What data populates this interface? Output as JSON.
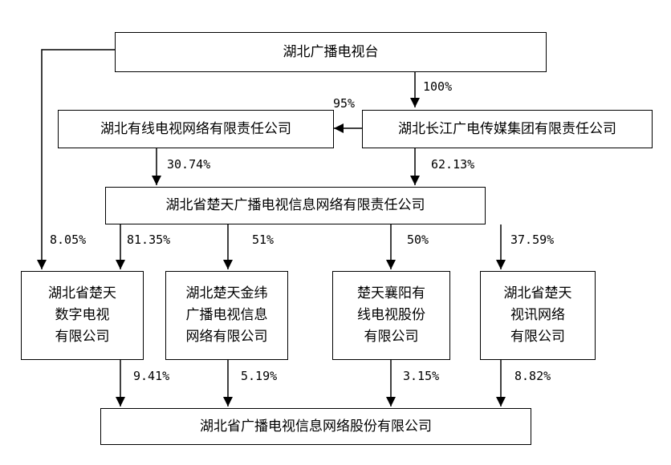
{
  "entities": {
    "hubei_tv": "湖北广播电视台",
    "cable_tv": "湖北有线电视网络有限责任公司",
    "changjiang": "湖北长江广电传媒集团有限责任公司",
    "chutian_info": "湖北省楚天广播电视信息网络有限责任公司",
    "digital_tv": "湖北省楚天数字电视有限公司",
    "jinwei": "湖北楚天金纬广播电视信息网络有限公司",
    "xiangyang": "楚天襄阳有线电视股份有限公司",
    "shixun": "湖北省楚天视讯网络有限公司",
    "target": "湖北省广播电视信息网络股份有限公司"
  },
  "box_lines": {
    "digital_tv": [
      "湖北省楚天",
      "数字电视",
      "有限公司"
    ],
    "jinwei": [
      "湖北楚天金纬",
      "广播电视信息",
      "网络有限公司"
    ],
    "xiangyang": [
      "楚天襄阳有",
      "线电视股份",
      "有限公司"
    ],
    "shixun": [
      "湖北省楚天",
      "视讯网络",
      "有限公司"
    ]
  },
  "percentages": {
    "tv_to_changjiang": "100%",
    "changjiang_to_cable": "95%",
    "cable_to_chutian": "30.74%",
    "changjiang_to_chutian": "62.13%",
    "tv_to_digital": "8.05%",
    "chutian_to_digital": "81.35%",
    "chutian_to_jinwei": "51%",
    "chutian_to_xiangyang": "50%",
    "chutian_to_shixun": "37.59%",
    "digital_to_target": "9.41%",
    "jinwei_to_target": "5.19%",
    "xiangyang_to_target": "3.15%",
    "shixun_to_target": "8.82%"
  }
}
